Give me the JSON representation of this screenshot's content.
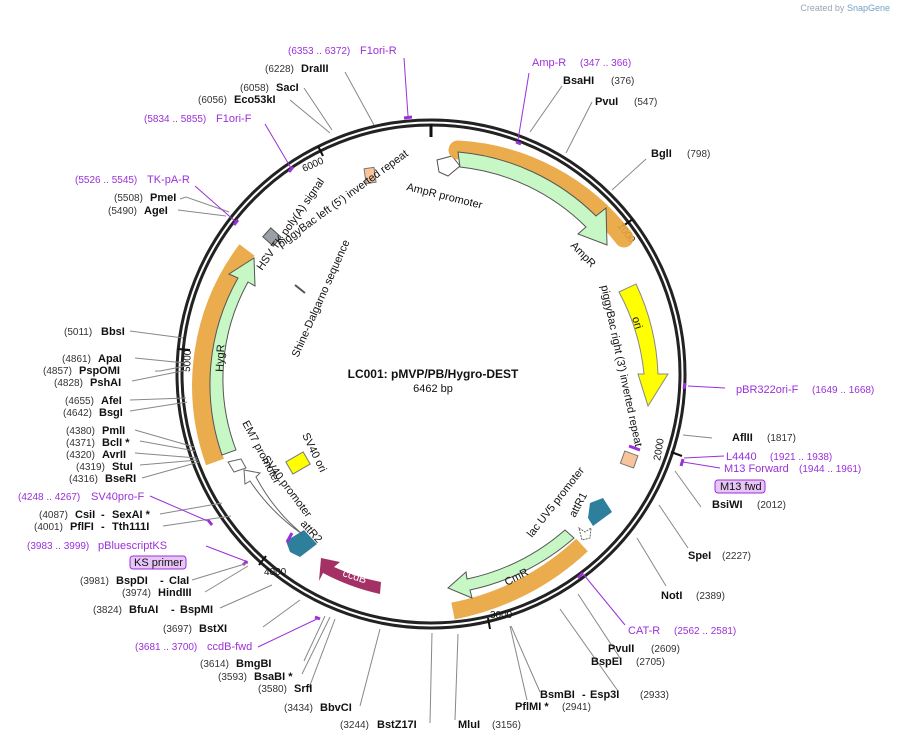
{
  "brand": {
    "created_by": "Created by",
    "product": "SnapGene"
  },
  "plasmid": {
    "name": "LC001: pMVP/PB/Hygro-DEST",
    "length_label": "6462 bp",
    "length": 6462
  },
  "ticks": [
    {
      "bp": 1000,
      "label": "1000"
    },
    {
      "bp": 2000,
      "label": "2000"
    },
    {
      "bp": 3000,
      "label": "3000"
    },
    {
      "bp": 4000,
      "label": "4000"
    },
    {
      "bp": 5000,
      "label": "5000"
    },
    {
      "bp": 6000,
      "label": "6000"
    }
  ],
  "enzymes_right": [
    {
      "name": "BsaHI",
      "pos": "(376)",
      "bp": 376
    },
    {
      "name": "PvuI",
      "pos": "(547)",
      "bp": 547
    },
    {
      "name": "BglI",
      "pos": "(798)",
      "bp": 798
    },
    {
      "name": "AflII",
      "pos": "(1817)",
      "bp": 1817
    },
    {
      "name": "BsiWI",
      "pos": "(2012)",
      "bp": 2012
    },
    {
      "name": "SpeI",
      "pos": "(2227)",
      "bp": 2227
    },
    {
      "name": "NotI",
      "pos": "(2389)",
      "bp": 2389
    },
    {
      "name": "PvuII",
      "pos": "(2609)",
      "bp": 2609
    },
    {
      "name": "BspEI",
      "pos": "(2705)",
      "bp": 2705
    },
    {
      "name": "BsmBI",
      "name2": "Esp3I",
      "pos": "(2933)",
      "bp": 2933
    },
    {
      "name": "PflMI *",
      "pos": "(2941)",
      "bp": 2941
    },
    {
      "name": "MluI",
      "pos": "(3156)",
      "bp": 3156
    }
  ],
  "enzymes_left": [
    {
      "name": "DraIII",
      "pos": "(6228)",
      "bp": 6228
    },
    {
      "name": "SacI",
      "pos": "(6058)",
      "bp": 6058
    },
    {
      "name": "Eco53kI",
      "pos": "(6056)",
      "bp": 6056
    },
    {
      "name": "PmeI",
      "pos": "(5508)",
      "bp": 5508
    },
    {
      "name": "AgeI",
      "pos": "(5490)",
      "bp": 5490
    },
    {
      "name": "BbsI",
      "pos": "(5011)",
      "bp": 5011
    },
    {
      "name": "ApaI",
      "pos": "(4861)",
      "bp": 4861
    },
    {
      "name": "PspOMI",
      "pos": "(4857)",
      "bp": 4857
    },
    {
      "name": "PshAI",
      "pos": "(4828)",
      "bp": 4828
    },
    {
      "name": "AfeI",
      "pos": "(4655)",
      "bp": 4655
    },
    {
      "name": "BsgI",
      "pos": "(4642)",
      "bp": 4642
    },
    {
      "name": "PmlI",
      "pos": "(4380)",
      "bp": 4380
    },
    {
      "name": "BclI *",
      "pos": "(4371)",
      "bp": 4371
    },
    {
      "name": "AvrII",
      "pos": "(4320)",
      "bp": 4320
    },
    {
      "name": "StuI",
      "pos": "(4319)",
      "bp": 4319
    },
    {
      "name": "BseRI",
      "pos": "(4316)",
      "bp": 4316
    },
    {
      "name": "CsiI",
      "name2": "SexAI *",
      "pos": "(4087)",
      "bp": 4087
    },
    {
      "name": "PflFI",
      "name2": "Tth111I",
      "pos": "(4001)",
      "bp": 4001
    },
    {
      "name": "BspDI",
      "name2": "ClaI",
      "pos": "(3981)",
      "bp": 3981
    },
    {
      "name": "HindIII",
      "pos": "(3974)",
      "bp": 3974
    },
    {
      "name": "BfuAI",
      "name2": "BspMI",
      "pos": "(3824)",
      "bp": 3824
    },
    {
      "name": "BstXI",
      "pos": "(3697)",
      "bp": 3697
    },
    {
      "name": "BmgBI",
      "pos": "(3614)",
      "bp": 3614
    },
    {
      "name": "BsaBI *",
      "pos": "(3593)",
      "bp": 3593
    },
    {
      "name": "SrfI",
      "pos": "(3580)",
      "bp": 3580
    },
    {
      "name": "BbvCI",
      "pos": "(3434)",
      "bp": 3434
    },
    {
      "name": "BstZ17I",
      "pos": "(3244)",
      "bp": 3244
    }
  ],
  "primers": [
    {
      "name": "F1ori-R",
      "range": "(6353 .. 6372)"
    },
    {
      "name": "Amp-R",
      "range": "(347 .. 366)"
    },
    {
      "name": "F1ori-F",
      "range": "(5834 .. 5855)"
    },
    {
      "name": "TK-pA-R",
      "range": "(5526 .. 5545)"
    },
    {
      "name": "pBR322ori-F",
      "range": "(1649 .. 1668)"
    },
    {
      "name": "L4440",
      "range": "(1921 .. 1938)"
    },
    {
      "name": "M13 Forward",
      "range": "(1944 .. 1961)"
    },
    {
      "name": "M13 fwd",
      "boxed": true
    },
    {
      "name": "CAT-R",
      "range": "(2562 .. 2581)"
    },
    {
      "name": "SV40pro-F",
      "range": "(4248 .. 4267)"
    },
    {
      "name": "pBluescriptKS",
      "range": "(3983 .. 3999)"
    },
    {
      "name": "KS primer",
      "boxed": true
    },
    {
      "name": "ccdB-fwd",
      "range": "(3681 .. 3700)"
    }
  ],
  "features": [
    {
      "name": "AmpR promoter"
    },
    {
      "name": "AmpR"
    },
    {
      "name": "ori"
    },
    {
      "name": "piggyBac right (3') inverted repeat"
    },
    {
      "name": "attR1"
    },
    {
      "name": "lac UV5 promoter"
    },
    {
      "name": "CmR"
    },
    {
      "name": "ccdB"
    },
    {
      "name": "attR2"
    },
    {
      "name": "SV40 promoter"
    },
    {
      "name": "EM7 promoter"
    },
    {
      "name": "SV40 ori"
    },
    {
      "name": "HygR"
    },
    {
      "name": "HSV TK poly(A) signal"
    },
    {
      "name": "piggyBac left (5') inverted repeat"
    },
    {
      "name": "Shine-Dalgarno sequence"
    }
  ],
  "colors": {
    "ampr": "#c7f7c4",
    "ori": "#ffff00",
    "cmr": "#c7f7c4",
    "hygr": "#c7f7c4",
    "ccdb": "#a33166",
    "att": "#2e7f9c",
    "primer": "#9b30d9",
    "orange_outline": "#e8a33a",
    "sv40ori": "#ffff00",
    "piggybac": "#f7c49b",
    "polyA": "#9aa0a6"
  }
}
